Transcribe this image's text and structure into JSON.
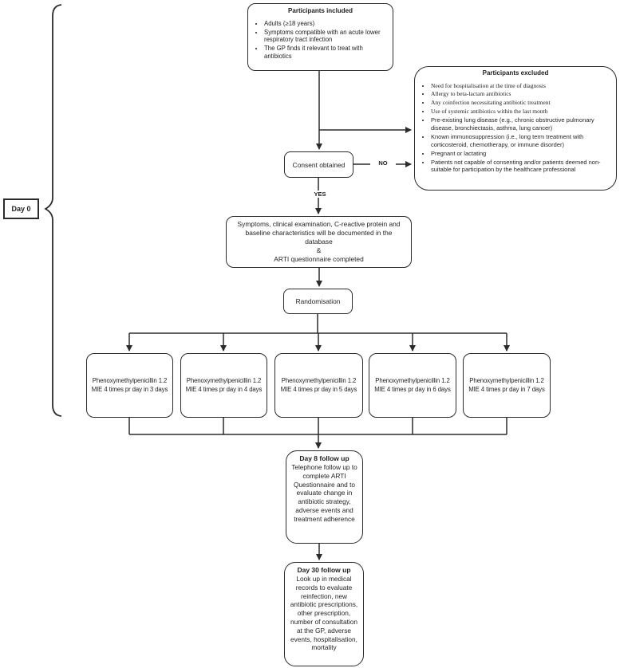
{
  "included": {
    "title": "Participants included",
    "bullets": [
      {
        "text": "Adults (≥18 years)",
        "serif": false
      },
      {
        "text": "Symptoms compatible with an acute lower respiratory tract infection",
        "serif": false
      },
      {
        "text": "The GP finds it relevant to treat with antibiotics",
        "serif": false
      }
    ]
  },
  "excluded": {
    "title": "Participants excluded",
    "bullets": [
      {
        "text": "Need for hospitalisation at the time of diagnosis",
        "serif": true
      },
      {
        "text": "Allergy to beta-lactam antibiotics",
        "serif": true
      },
      {
        "text": "Any coinfection necessitating antibiotic treatment",
        "serif": true
      },
      {
        "text": "Use of systemic antibiotics within the last month",
        "serif": true
      },
      {
        "text": "Pre-existing lung disease (e.g., chronic obstructive pulmonary disease, bronchiectasis, asthma, lung cancer)",
        "serif": false
      },
      {
        "text": "Known immunosuppression (i.e., long term treatment with corticosteroid, chemotherapy, or immune disorder)",
        "serif": false
      },
      {
        "text": "Pregnant or lactating",
        "serif": false
      },
      {
        "text": "Patients not capable of consenting and/or patients deemed non-suitable for participation by the healthcare professional",
        "serif": false
      }
    ]
  },
  "consent": {
    "label": "Consent obtained",
    "no_label": "NO",
    "yes_label": "YES"
  },
  "day0": {
    "label": "Day 0"
  },
  "baseline": {
    "line1": "Symptoms, clinical examination, C-reactive protein and baseline characteristics will be documented in the database",
    "amp": "&",
    "line2": "ARTI questionnaire completed"
  },
  "randomisation": {
    "label": "Randomisation"
  },
  "arms": [
    {
      "line1": "Phenoxymethylpenicillin 1.2",
      "line2": "MIE 4 times pr day in 3 days"
    },
    {
      "line1": "Phenoxymethylpenicillin 1.2",
      "line2": "MIE 4 times pr day in 4 days"
    },
    {
      "line1": "Phenoxymethylpenicillin 1.2",
      "line2": "MIE 4 times pr day in 5 days"
    },
    {
      "line1": "Phenoxymethylpenicillin 1.2",
      "line2": "MIE 4 times pr day in 6 days"
    },
    {
      "line1": "Phenoxymethylpenicillin 1.2",
      "line2": "MIE 4 times pr day in 7 days"
    }
  ],
  "day8": {
    "title": "Day 8 follow up",
    "body": "Telephone follow up to complete ARTI Questionnaire and to evaluate change in antibiotic strategy, adverse events and treatment adherence"
  },
  "day30": {
    "title": "Day 30 follow up",
    "body": "Look up in medical records to evaluate reinfection, new antibiotic prescriptions, other prescription, number of consultation at the GP, adverse events, hospitalisation, mortality"
  },
  "colors": {
    "line": "#2b2b2b",
    "text": "#1f1f1f",
    "background": "#ffffff"
  }
}
